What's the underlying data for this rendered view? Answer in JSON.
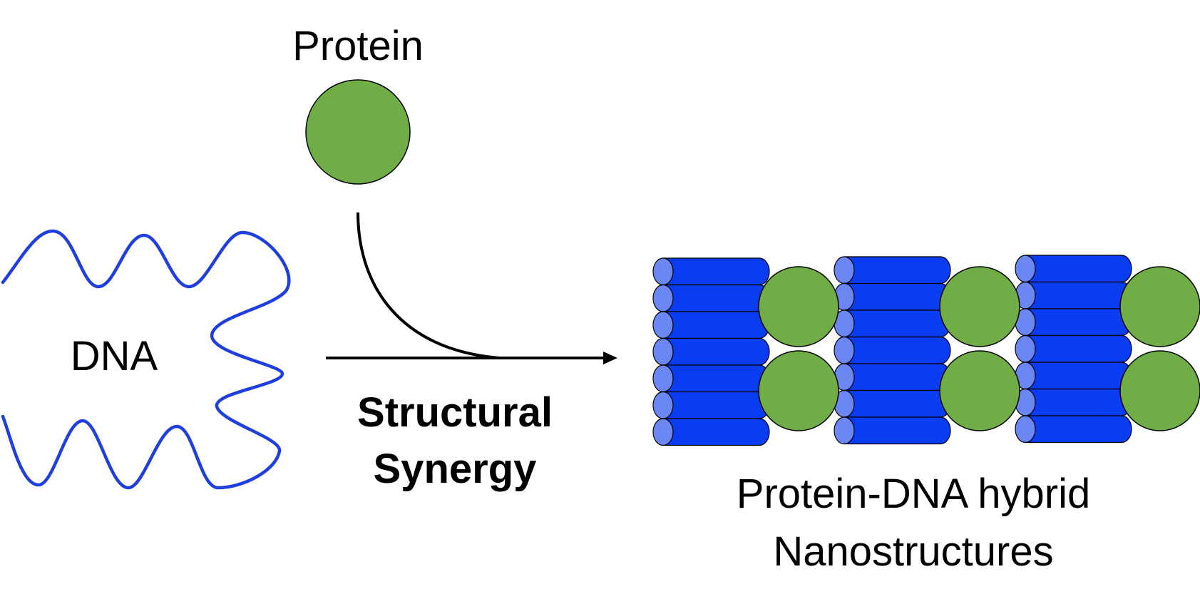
{
  "labels": {
    "protein": "Protein",
    "dna": "DNA",
    "synergy_line1": "Structural",
    "synergy_line2": "Synergy",
    "product_line1": "Protein-DNA hybrid",
    "product_line2": "Nanostructures"
  },
  "colors": {
    "protein_fill": "#70ad47",
    "dna_strand": "#1f3ee0",
    "cylinder_body": "#0a3cf2",
    "cylinder_cap": "#6b87f4",
    "arrow": "#000000"
  },
  "hybrid": {
    "stack_count": 3,
    "cylinders_per_stack": 7,
    "proteins_per_column": 2
  }
}
